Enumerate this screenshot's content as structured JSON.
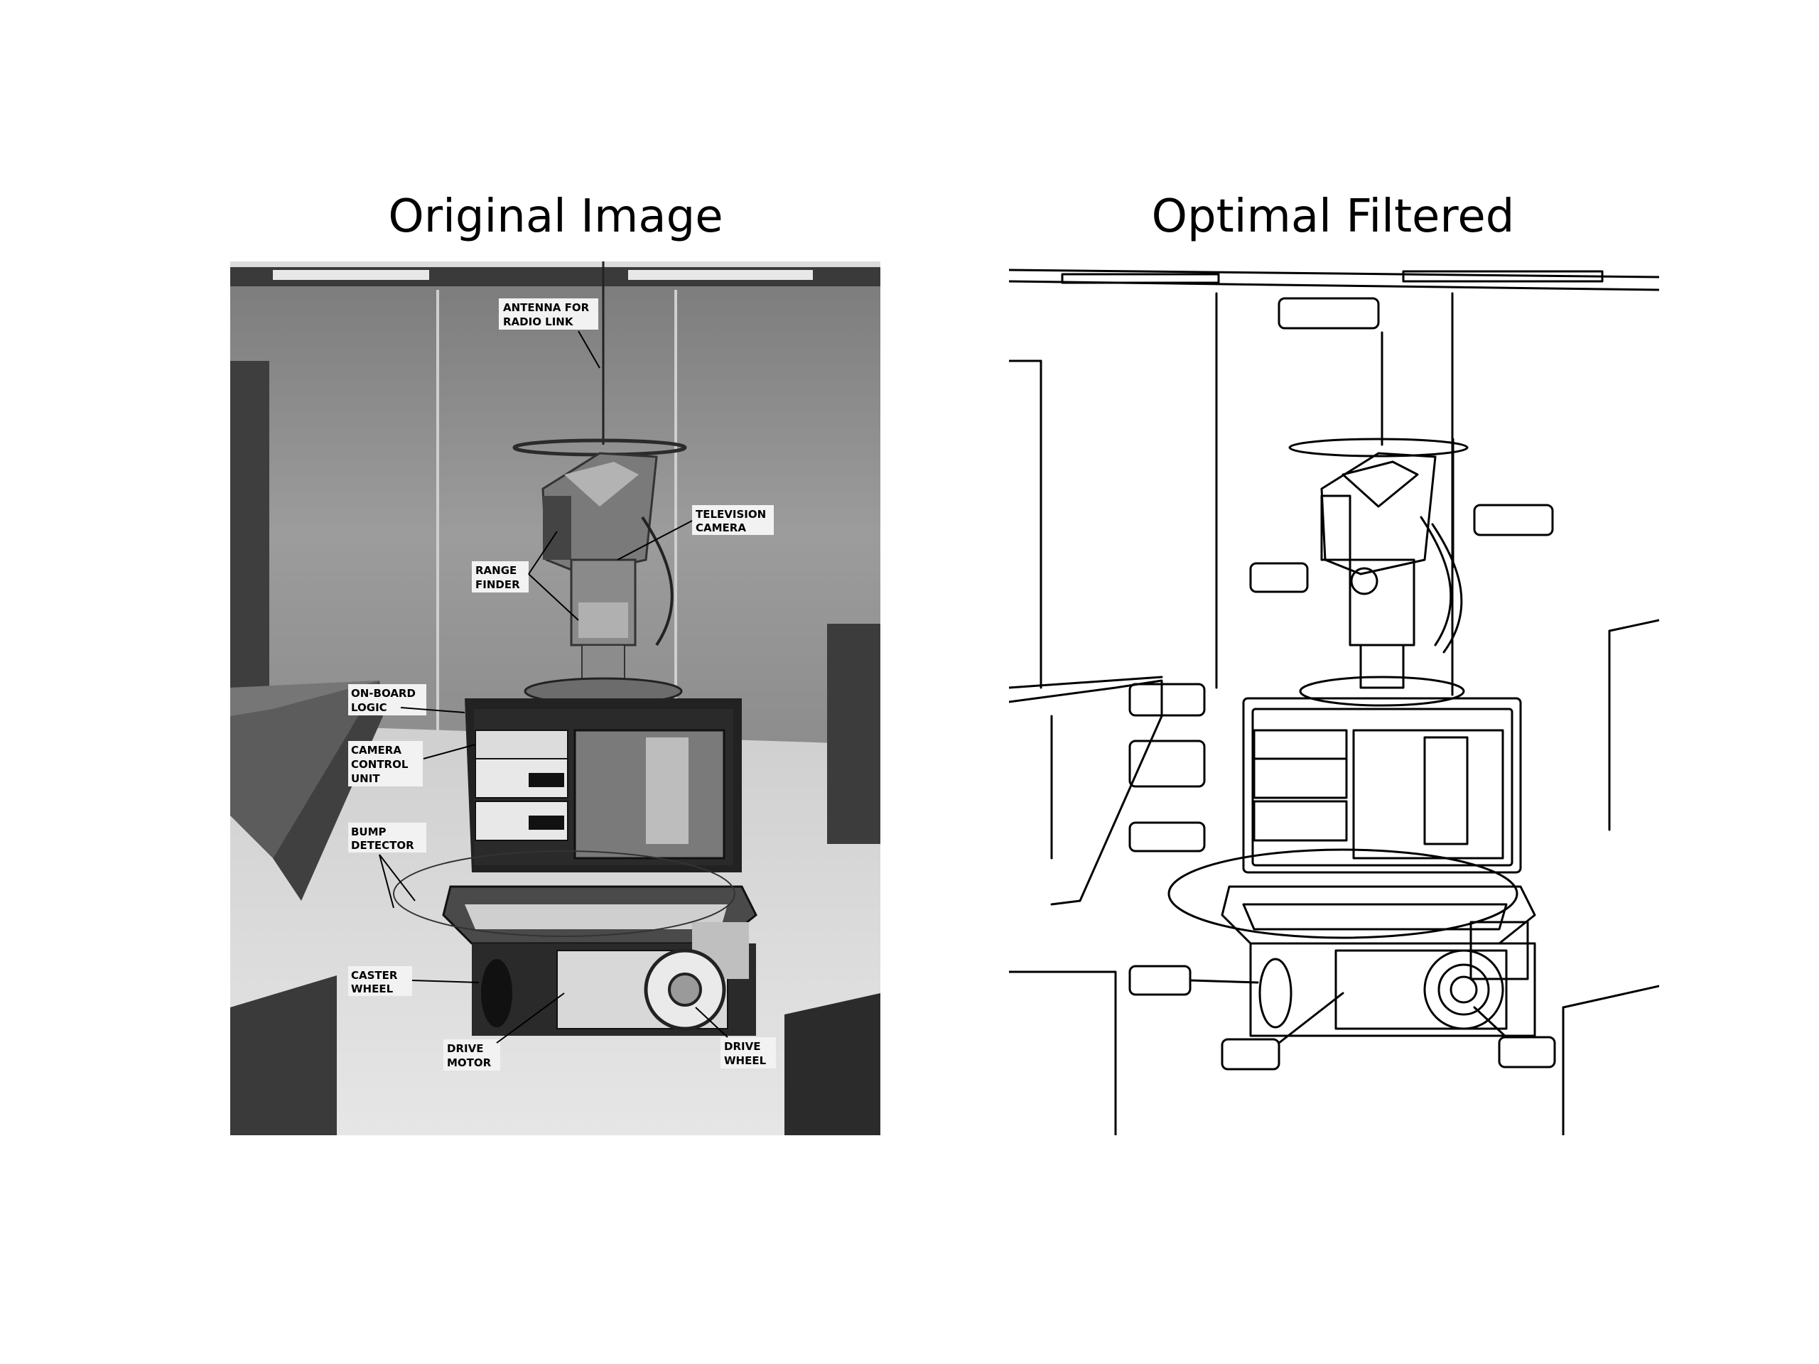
{
  "titles": {
    "left": "Original Image",
    "right": "Optimal Filtered"
  },
  "labels": {
    "antenna_1": "ANTENNA FOR",
    "antenna_2": "RADIO LINK",
    "tv_1": "TELEVISION",
    "tv_2": "CAMERA",
    "range_1": "RANGE",
    "range_2": "FINDER",
    "logic_1": "ON-BOARD",
    "logic_2": "LOGIC",
    "ccu_1": "CAMERA",
    "ccu_2": "CONTROL",
    "ccu_3": "UNIT",
    "bump_1": "BUMP",
    "bump_2": "DETECTOR",
    "caster_1": "CASTER",
    "caster_2": "WHEEL",
    "motor_1": "DRIVE",
    "motor_2": "MOTOR",
    "dwheel_1": "DRIVE",
    "dwheel_2": "WHEEL"
  }
}
